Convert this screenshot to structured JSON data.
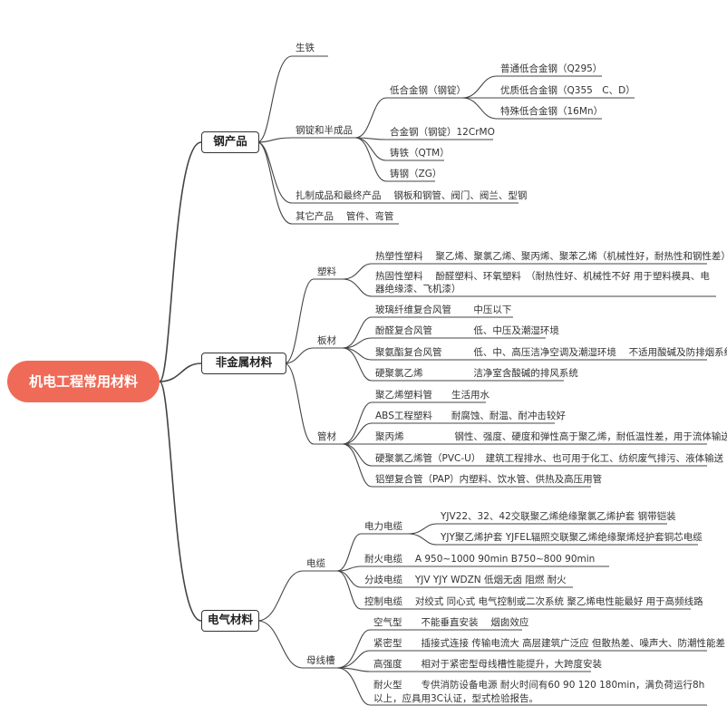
{
  "root": "机电工程常用材料",
  "steel": {
    "title": "钢产品",
    "pig_iron": "生铁",
    "ingot": "钢锭和半成品",
    "low_alloy": "低合金钢（钢锭）",
    "la_1": "普通低合金钢（Q295）",
    "la_2": "优质低合金钢（Q355　C、D）",
    "la_3": "特殊低合金钢（16Mn）",
    "alloy": "合金钢（钢锭）12CrMO",
    "cast_iron": "铸铁（QTM）",
    "cast_steel": "铸钢（ZG）",
    "rolled": "扎制成品和最终产品　 钢板和钢管、阀门、阀兰、型钢",
    "other": "其它产品　  管件、弯管"
  },
  "nonmetal": {
    "title": "非金属材料",
    "plastic": "塑料",
    "thermoplastic": "热塑性塑料　 聚乙烯、聚氯乙烯、聚丙烯、聚苯乙烯（机械性好，耐热性和钢性差）",
    "thermoset": "热固性塑料　 酚醛塑料、环氧塑料　（耐热性好、机械性不好  用于塑料模具、电器绝缘漆、飞机漆）",
    "board": "板材",
    "b1": "玻璃纤维复合风管　　 中压以下",
    "b2": "酚醛复合风管　　　　 低、中压及潮湿环境",
    "b3": "聚氨酯复合风管　　　 低、中、高压洁净空调及潮湿环境　 不适用酸碱及防排烟系统",
    "b4": "硬聚氯乙烯　　　　　 洁净室含酸碱的排风系统",
    "pipe": "管材",
    "p1": "聚乙烯塑料管　　生活用水",
    "p2": "ABS工程塑料　　耐腐蚀、耐温、耐冲击较好",
    "p3": "聚丙烯　　　　　 钢性、强度、硬度和弹性高于聚乙烯，耐低温性差，用于流体输送",
    "p4": "硬聚氯乙烯管（PVC-U）　建筑工程排水、也可用于化工、纺织废气排污、液体输送",
    "p5": "铝塑复合管（PAP）内塑料、饮水管、供热及高压用管"
  },
  "electrical": {
    "title": "电气材料",
    "cable": "电缆",
    "power_cable": "电力电缆",
    "pc1": "YJV22、32、42交联聚乙烯绝缘聚氯乙烯护套 钢带铠装",
    "pc2": "YJY聚乙烯护套 YJFEL辐照交联聚乙烯绝缘聚烯烃护套铜芯电缆",
    "fire": "耐火电缆　 A 950~1000 90min B750~800 90min",
    "branch": "分歧电缆　 YJV YJY WDZN 低烟无卤 阻燃 耐火",
    "control": "控制电缆　 对绞式 同心式 电气控制或二次系统 聚乙烯电性能最好 用于高频线路",
    "busway": "母线槽",
    "bw1": "空气型　　不能垂直安装　 烟囱效应",
    "bw2": "紧密型　　插接式连接  传输电流大 高层建筑广泛应 但散热差、噪声大、防潮性能差",
    "bw3": "高强度　　相对于紧密型母线槽性能提升，大跨度安装",
    "bw4": "耐火型　　专供消防设备电源 耐火时间有60 90 120 180min，满负荷运行8h以上，应具用3C认证，型式检验报告。"
  }
}
